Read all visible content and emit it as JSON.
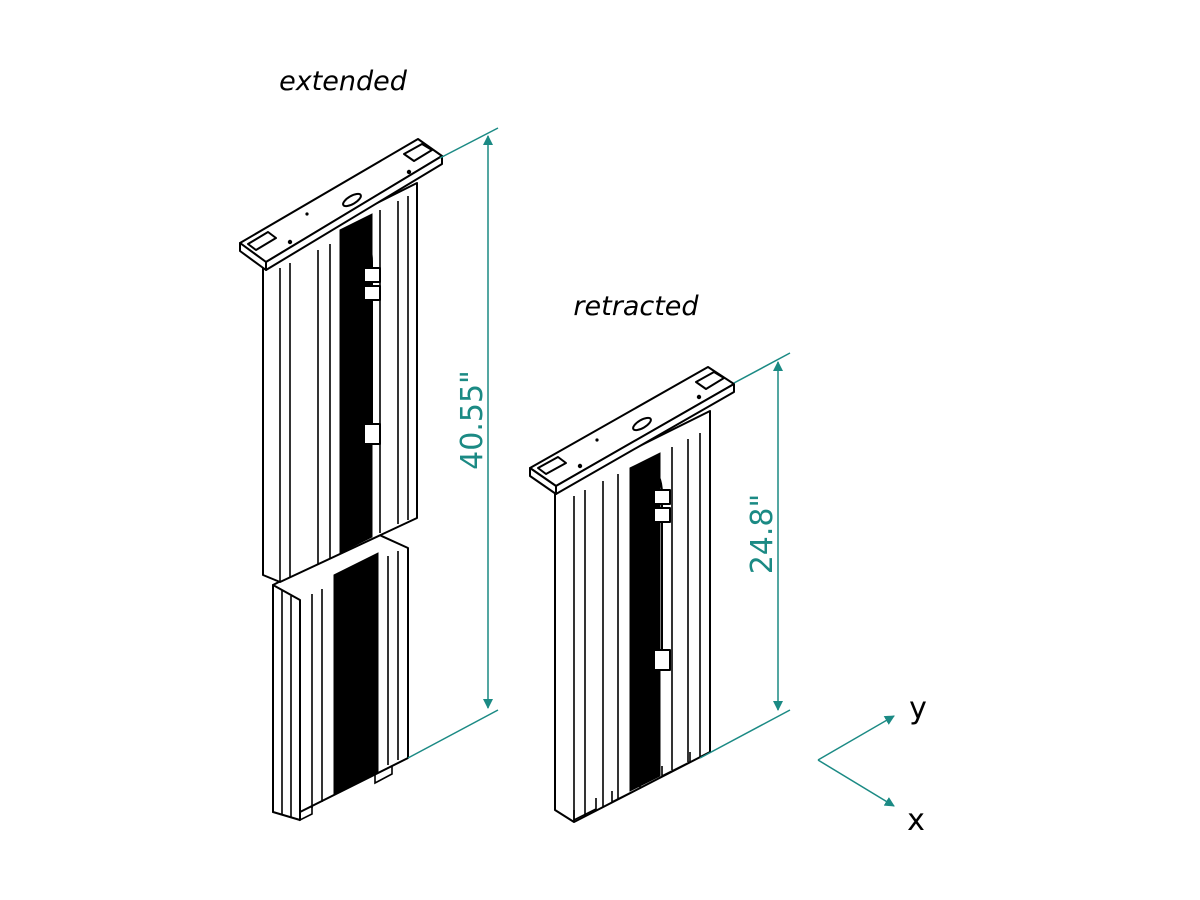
{
  "labels": {
    "extended": "extended",
    "retracted": "retracted"
  },
  "dimensions": {
    "extended_height": "40.55\"",
    "retracted_height": "24.8\""
  },
  "axes": {
    "y": "y",
    "x": "x"
  },
  "colors": {
    "dimension": "#1b8a84",
    "outline": "#000000",
    "background": "#ffffff"
  }
}
